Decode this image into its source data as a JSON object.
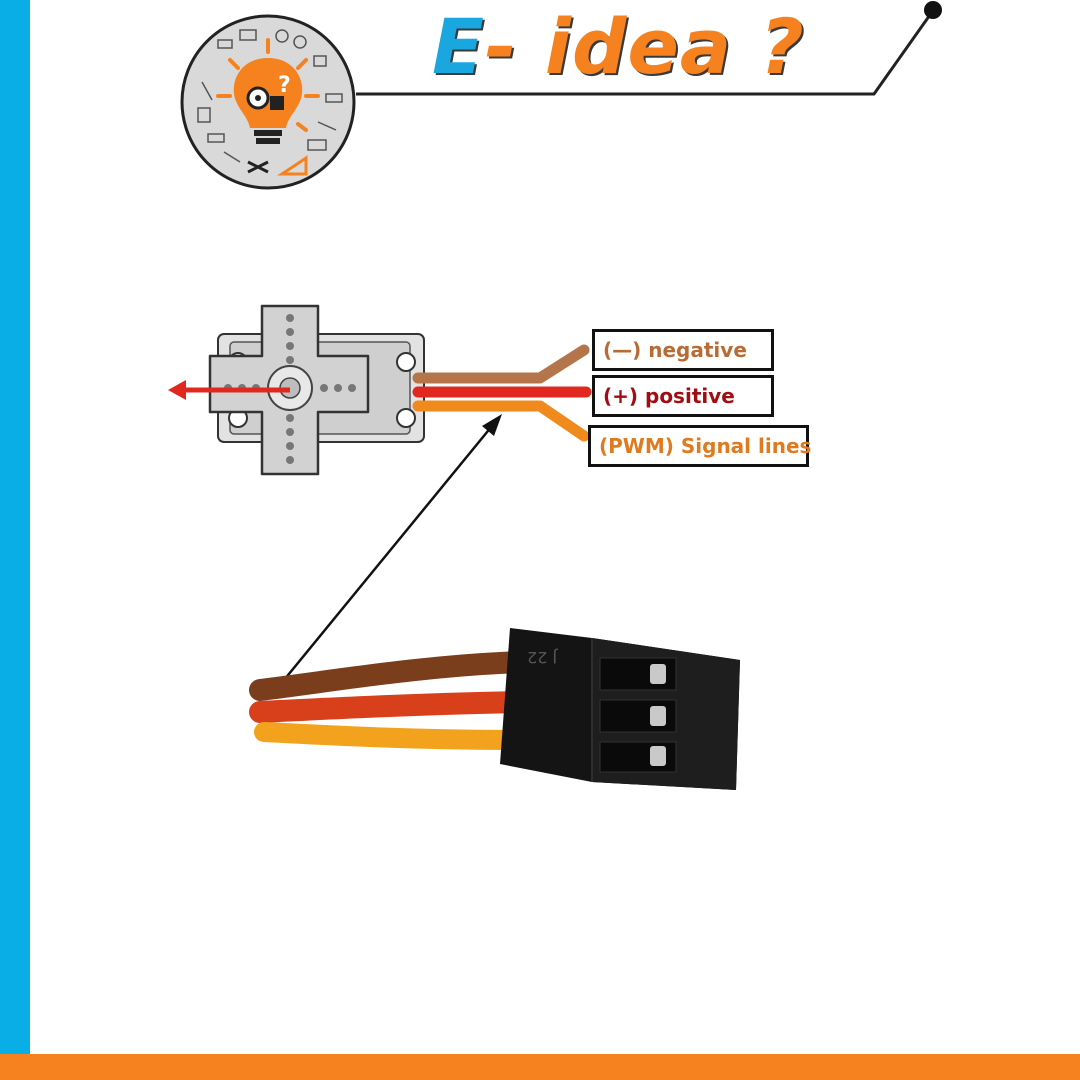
{
  "brand": {
    "letter": "E",
    "dash": "-",
    "word": " idea ?"
  },
  "logo": {
    "icon": "lightbulb-question-icon",
    "colors": {
      "bulb": "#f5821e",
      "circle": "#d9d9d9"
    }
  },
  "labels": {
    "negative": "(—)  negative",
    "positive": "(+)  positive",
    "signal": "(PWM)  Signal lines"
  },
  "connector": {
    "marking": "J 22"
  },
  "colors": {
    "accent_blue": "#0aaee6",
    "accent_orange": "#f5821e",
    "wire_brown": "#b5754a",
    "wire_red": "#e0281e",
    "wire_orange": "#f08a1c"
  }
}
